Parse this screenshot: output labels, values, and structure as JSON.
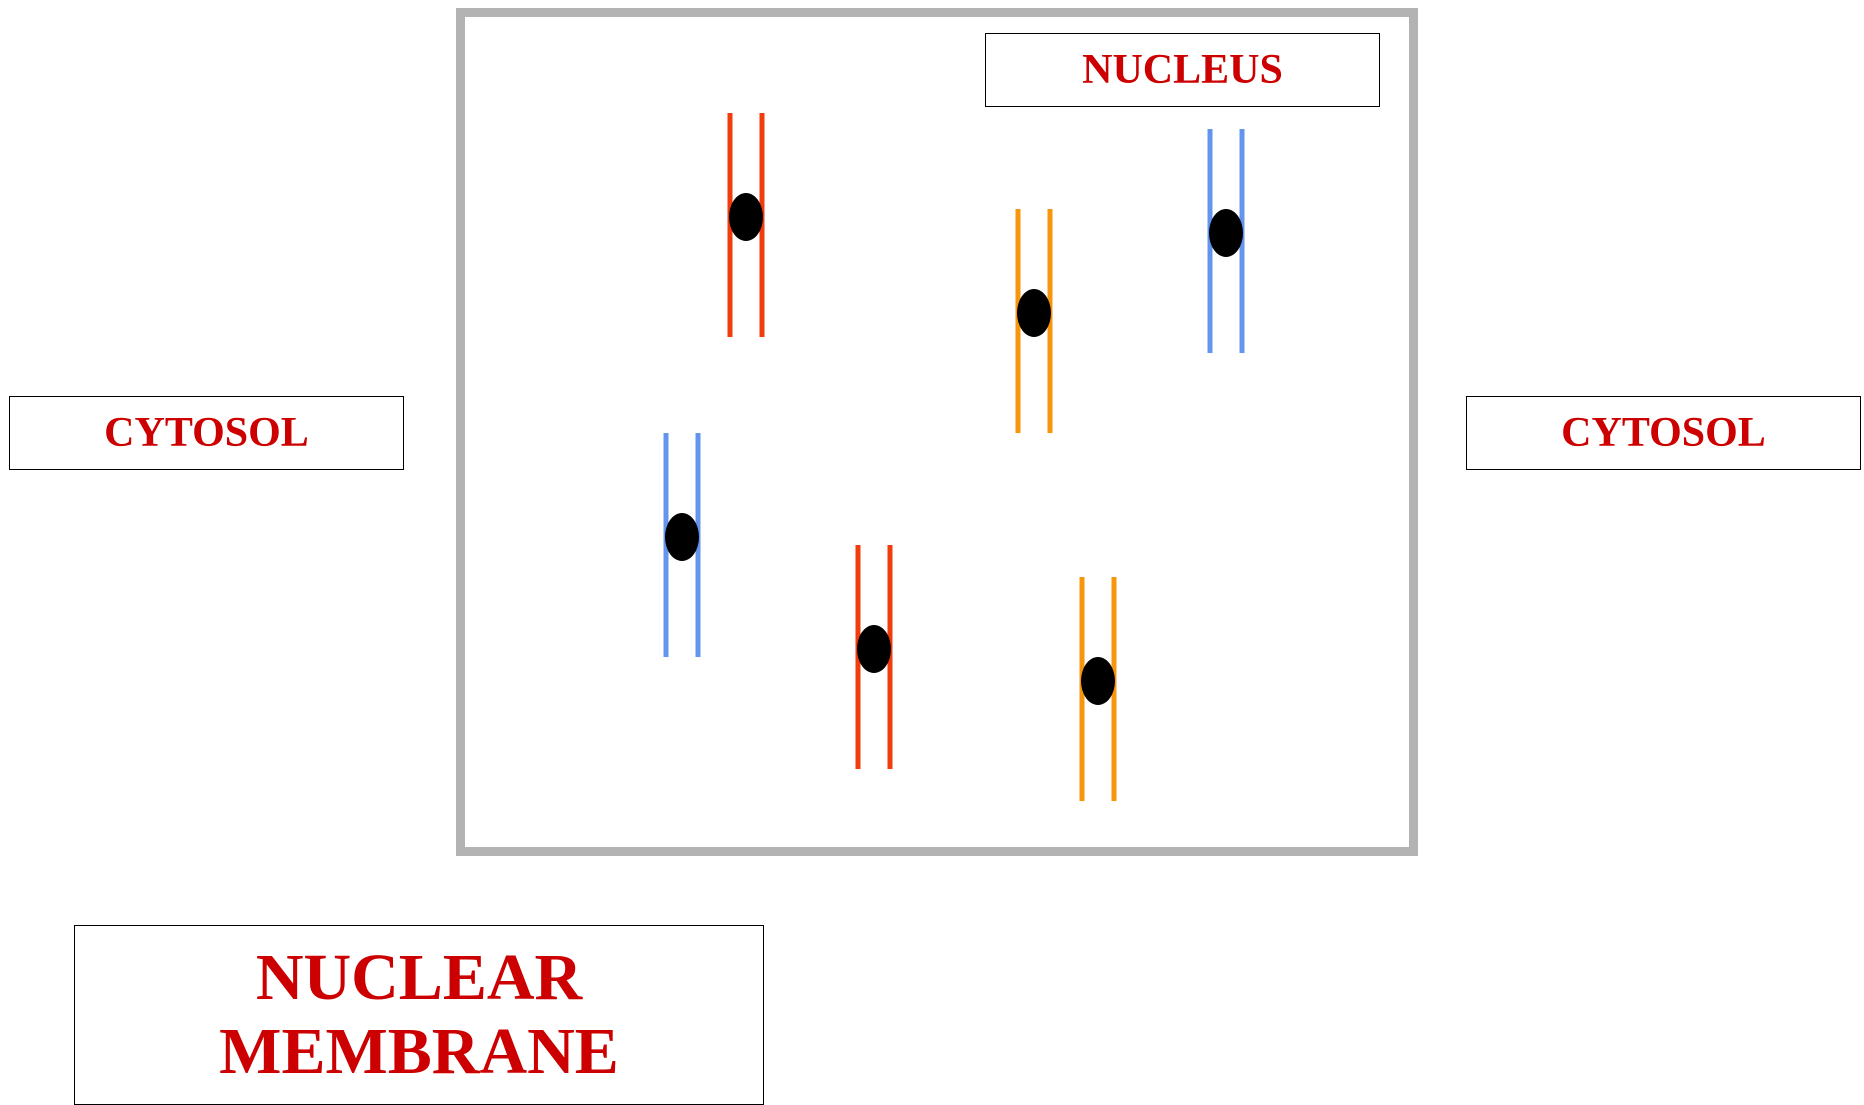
{
  "labels": {
    "nucleus": "NUCLEUS",
    "cytosol_left": "CYTOSOL",
    "cytosol_right": "CYTOSOL",
    "membrane_line1": "NUCLEAR",
    "membrane_line2": "MEMBRANE"
  },
  "colors": {
    "label_text": "#cc0000",
    "membrane_border": "#b3b3b3",
    "red": "#f03c0e",
    "orange": "#f7960c",
    "blue": "#6495ed",
    "centromere": "#000000"
  },
  "chromosomes": [
    {
      "name": "chromosome-red-1",
      "color": "red"
    },
    {
      "name": "chromosome-orange-1",
      "color": "orange"
    },
    {
      "name": "chromosome-blue-1",
      "color": "blue"
    },
    {
      "name": "chromosome-blue-2",
      "color": "blue"
    },
    {
      "name": "chromosome-red-2",
      "color": "red"
    },
    {
      "name": "chromosome-orange-2",
      "color": "orange"
    }
  ]
}
